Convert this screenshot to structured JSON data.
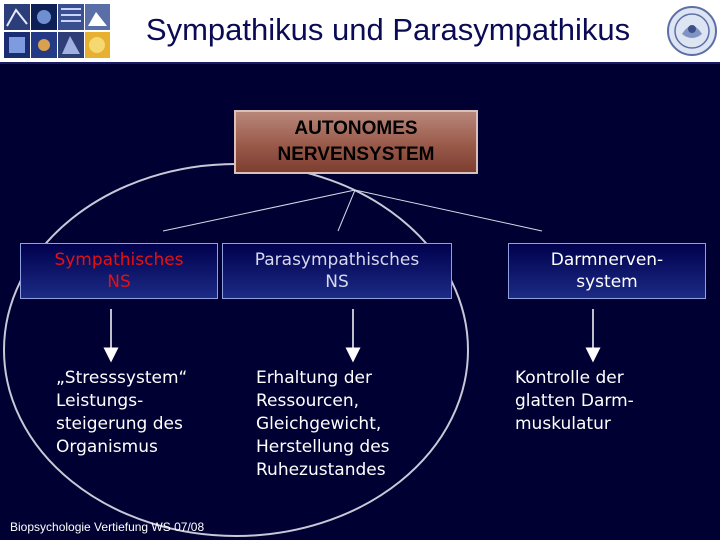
{
  "header": {
    "title": "Sympathikus und Parasympathikus"
  },
  "diagram": {
    "root": {
      "line1": "AUTONOMES",
      "line2": "NERVENSYSTEM"
    },
    "branches": [
      {
        "label_line1": "Sympathisches",
        "label_line2": "NS",
        "description": [
          "„Stresssystem“",
          "Leistungs-",
          "steigerung des",
          "Organismus"
        ]
      },
      {
        "label_line1": "Parasympathisches",
        "label_line2": "NS",
        "description": [
          "Erhaltung der",
          "Ressourcen,",
          "Gleichgewicht,",
          "Herstellung des",
          "Ruhezustandes"
        ]
      },
      {
        "label_line1": "Darmnerven-",
        "label_line2": "system",
        "description": [
          "Kontrolle der",
          "glatten Darm-",
          "muskulatur"
        ]
      }
    ]
  },
  "footer": {
    "text": "Biopsychologie Vertiefung WS 07/08"
  },
  "colors": {
    "background": "#000033",
    "sympathetic_label": "#e81010",
    "root_box": "#9a5a4a"
  }
}
